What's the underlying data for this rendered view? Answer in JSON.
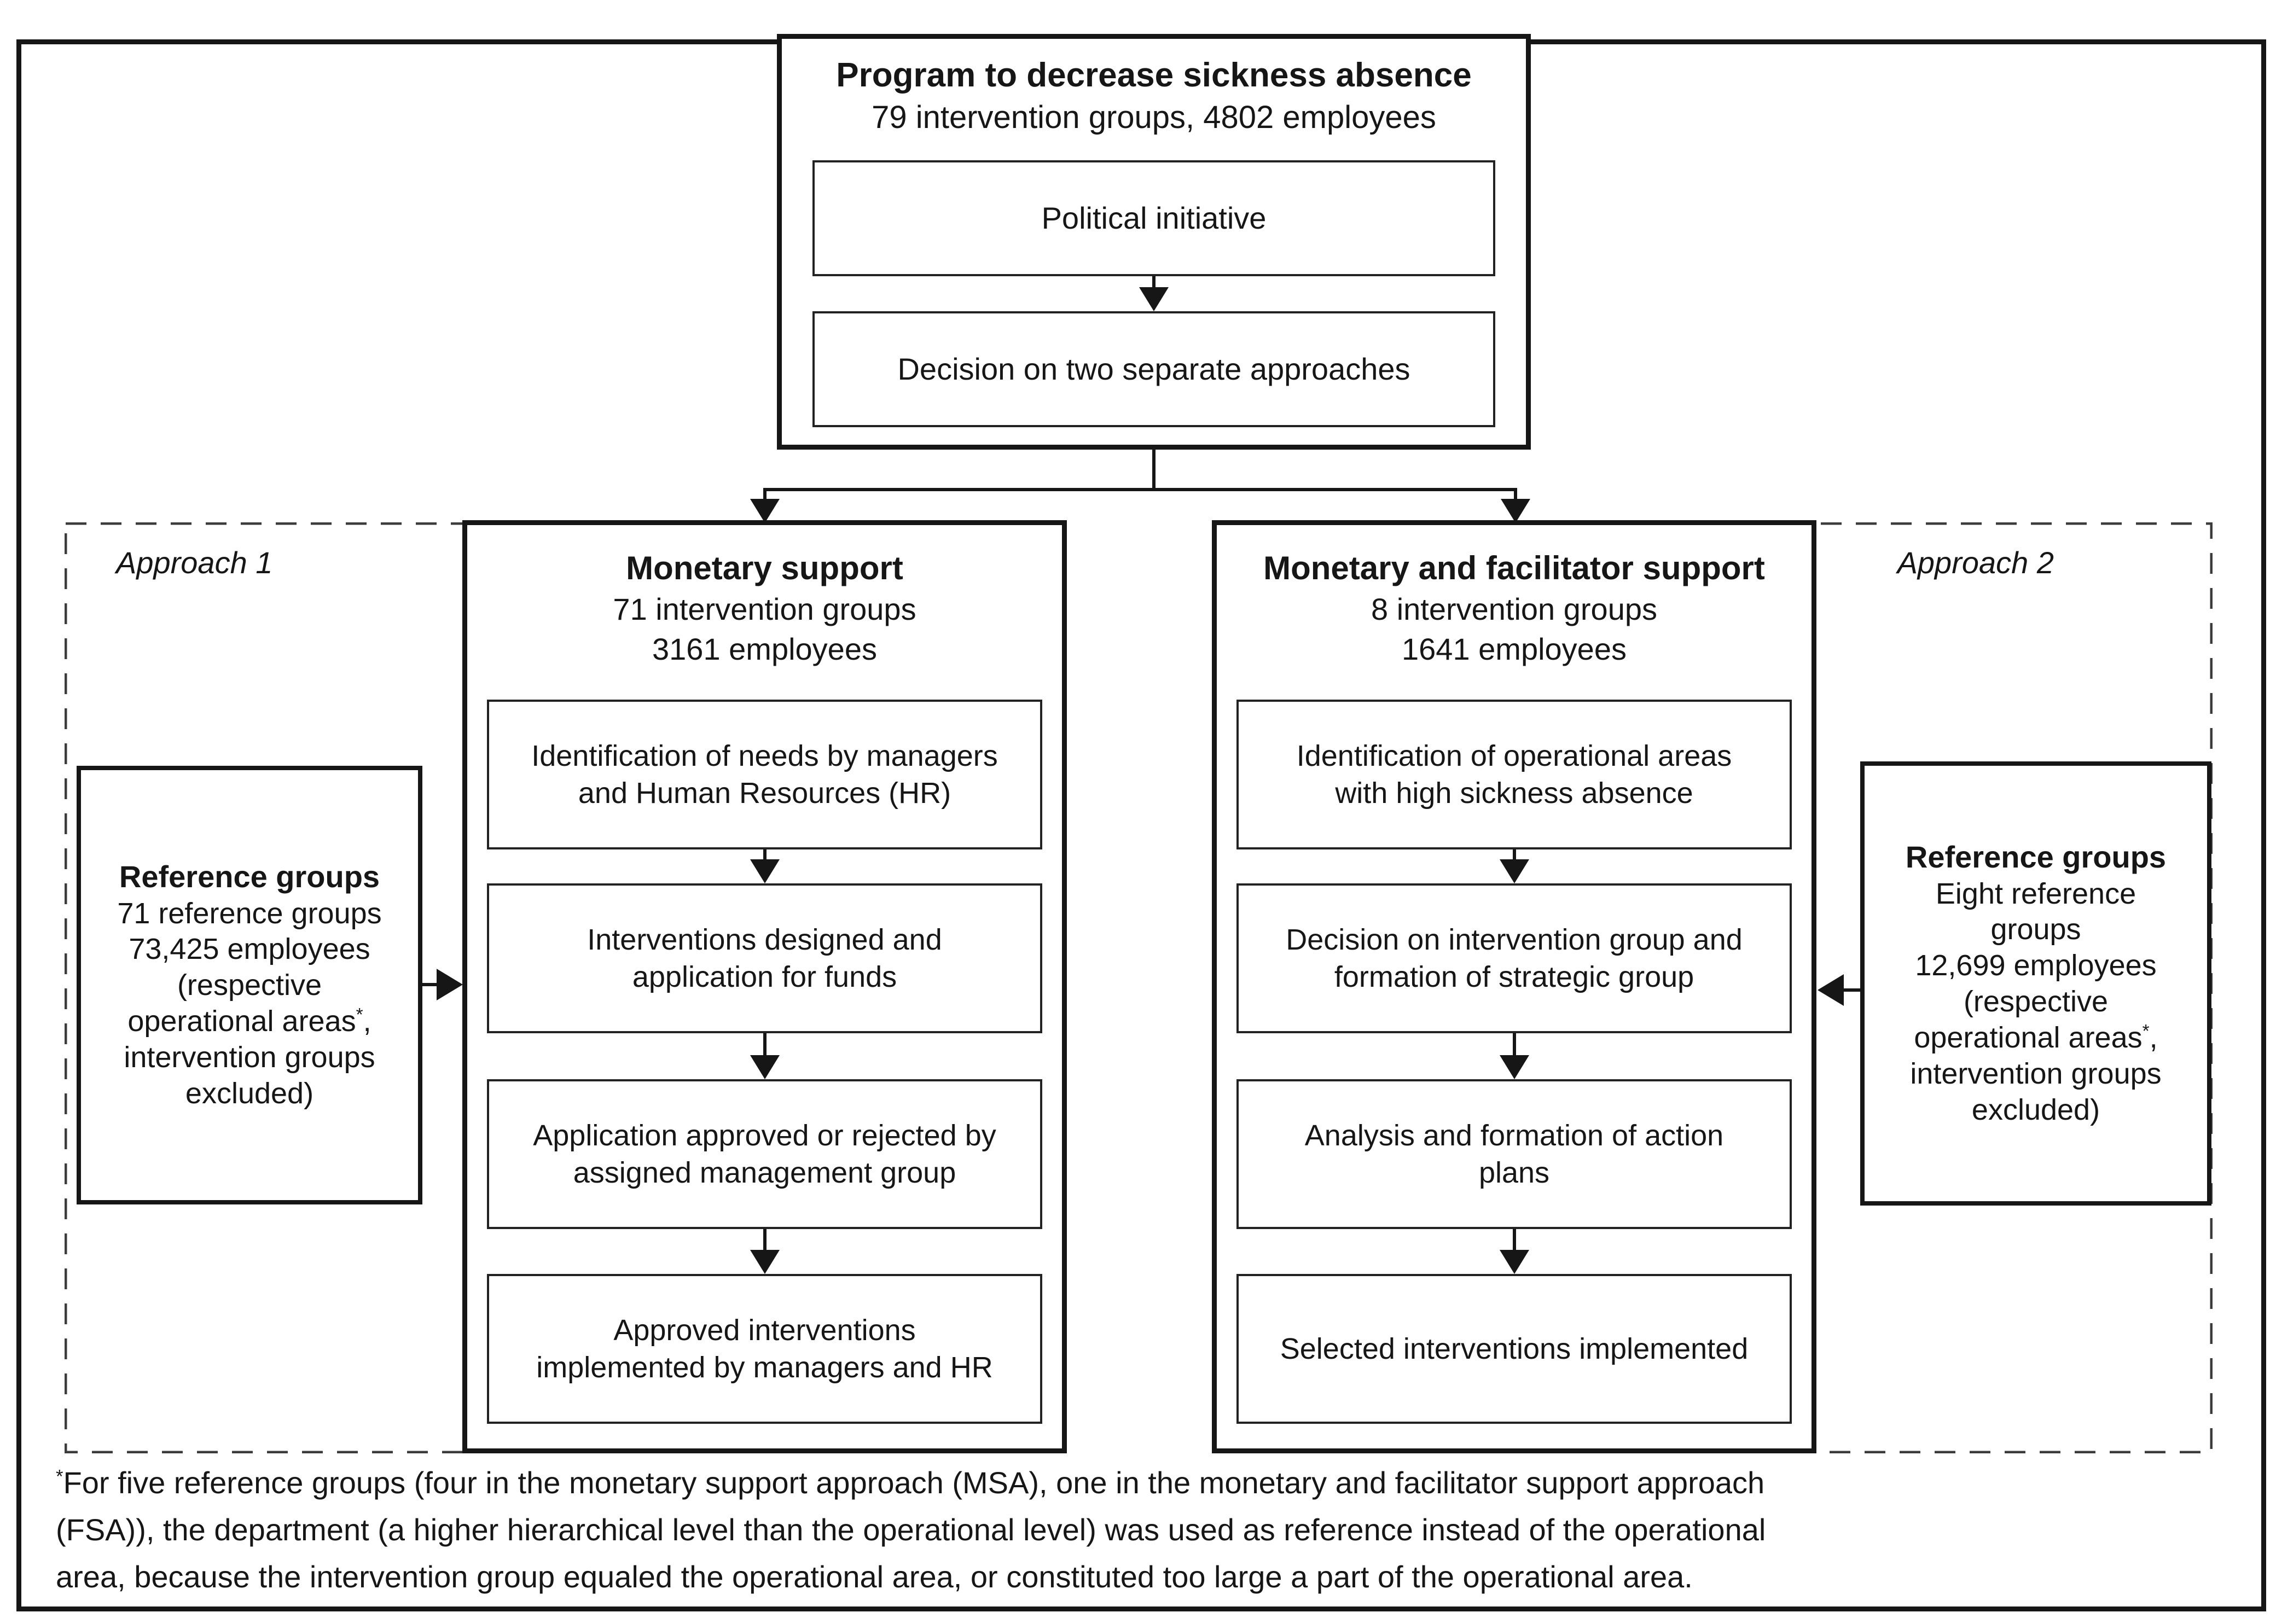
{
  "program": {
    "title": "Program to decrease sickness absence",
    "subtitle": "79 intervention groups, 4802 employees",
    "steps": [
      "Political initiative",
      "Decision on two separate approaches"
    ]
  },
  "approach1": {
    "label": "Approach 1",
    "column": {
      "title": "Monetary support",
      "subtitle_groups": "71 intervention groups",
      "subtitle_employees": "3161 employees",
      "steps": [
        [
          "Identification of needs by managers",
          "and Human Resources (HR)"
        ],
        [
          "Interventions designed and",
          "application for funds"
        ],
        [
          "Application approved or rejected by",
          "assigned management group"
        ],
        [
          "Approved interventions",
          "implemented by managers and HR"
        ]
      ]
    },
    "reference": {
      "title": "Reference groups",
      "line_groups": "71 reference groups",
      "line_employees": "73,425 employees",
      "line_respective": "(respective",
      "line_areas_pre": "operational areas",
      "asterisk": "*",
      "line_areas_post": ",",
      "line_intervention": "intervention groups",
      "line_excluded": "excluded)"
    }
  },
  "approach2": {
    "label": "Approach 2",
    "column": {
      "title": "Monetary and facilitator support",
      "subtitle_groups": "8 intervention groups",
      "subtitle_employees": "1641 employees",
      "steps": [
        [
          "Identification of operational areas",
          "with high sickness absence"
        ],
        [
          "Decision on intervention group and",
          "formation of strategic group"
        ],
        [
          "Analysis and formation of action",
          "plans"
        ],
        [
          "Selected interventions implemented"
        ]
      ]
    },
    "reference": {
      "title": "Reference groups",
      "line_eight": "Eight reference",
      "line_groups": "groups",
      "line_employees": "12,699 employees",
      "line_respective": "(respective",
      "line_areas_pre": "operational areas",
      "asterisk": "*",
      "line_areas_post": ",",
      "line_intervention": "intervention groups",
      "line_excluded": "excluded)"
    }
  },
  "footnote": {
    "asterisk": "*",
    "line1": "For five reference groups (four in the monetary support approach (MSA), one in the monetary and facilitator support approach",
    "line2": "(FSA)), the department (a higher hierarchical level than the operational level) was used as reference instead of the operational",
    "line3": "area, because the intervention group equaled the operational area, or constituted too large a part of the operational area."
  },
  "colors": {
    "ink": "#161616",
    "background": "#ffffff"
  }
}
